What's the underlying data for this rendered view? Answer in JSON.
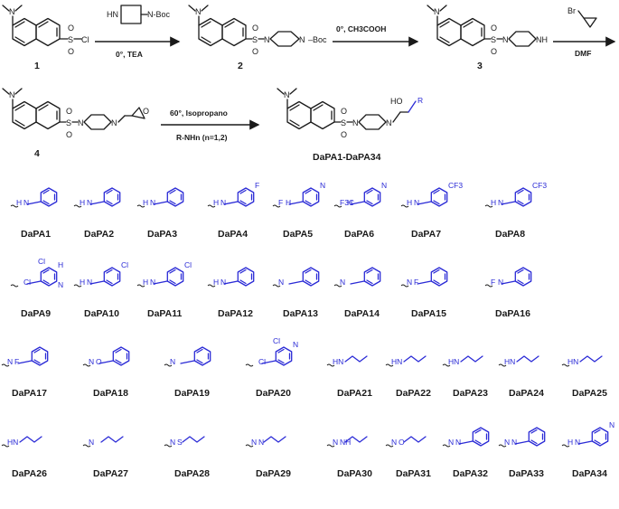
{
  "scheme": {
    "compounds": [
      {
        "label": "1",
        "group": "-S(O2)-Cl"
      },
      {
        "label": "2",
        "group": "N-Boc"
      },
      {
        "label": "3",
        "group": "NH"
      },
      {
        "label": "4",
        "group": "epoxide"
      },
      {
        "label": "DaPA1-DaPA34",
        "group": "R",
        "hydroxy": "HO"
      }
    ],
    "arrows": [
      {
        "above": "",
        "below": "0°, TEA",
        "reagent_text": "N-Boc",
        "reagent_nh": "HN"
      },
      {
        "above": "0°, CH3COOH",
        "below": ""
      },
      {
        "above": "",
        "below": "DMF",
        "reagent_text": "Br"
      },
      {
        "above": "60°, Isopropano",
        "below": "R-NHn (n=1,2)"
      }
    ],
    "atoms": {
      "n": "N",
      "s": "S",
      "o": "O",
      "cl": "Cl"
    }
  },
  "substituents": [
    {
      "label": "DaPA1",
      "atoms": [
        "H",
        "N"
      ]
    },
    {
      "label": "DaPA2",
      "atoms": [
        "H",
        "N"
      ]
    },
    {
      "label": "DaPA3",
      "atoms": [
        "H",
        "N"
      ]
    },
    {
      "label": "DaPA4",
      "atoms": [
        "H",
        "N",
        "F"
      ]
    },
    {
      "label": "DaPA5",
      "atoms": [
        "F",
        "H",
        "N"
      ]
    },
    {
      "label": "DaPA6",
      "atoms": [
        "F3C",
        "H",
        "N"
      ]
    },
    {
      "label": "DaPA7",
      "atoms": [
        "H",
        "N",
        "CF3"
      ]
    },
    {
      "label": "DaPA8",
      "atoms": [
        "H",
        "N",
        "CF3"
      ]
    },
    {
      "label": "DaPA9",
      "atoms": [
        "Cl",
        "Cl",
        "H",
        "N"
      ]
    },
    {
      "label": "DaPA10",
      "atoms": [
        "H",
        "N",
        "Cl"
      ]
    },
    {
      "label": "DaPA11",
      "atoms": [
        "H",
        "N",
        "Cl"
      ]
    },
    {
      "label": "DaPA12",
      "atoms": [
        "H",
        "N"
      ]
    },
    {
      "label": "DaPA13",
      "atoms": [
        "N"
      ]
    },
    {
      "label": "DaPA14",
      "atoms": [
        "N"
      ]
    },
    {
      "label": "DaPA15",
      "atoms": [
        "N",
        "F"
      ]
    },
    {
      "label": "DaPA16",
      "atoms": [
        "F",
        "N"
      ]
    },
    {
      "label": "DaPA17",
      "atoms": [
        "N",
        "F"
      ]
    },
    {
      "label": "DaPA18",
      "atoms": [
        "N",
        "O"
      ]
    },
    {
      "label": "DaPA19",
      "atoms": [
        "N"
      ]
    },
    {
      "label": "DaPA20",
      "atoms": [
        "Cl",
        "Cl",
        "N"
      ]
    },
    {
      "label": "DaPA21",
      "atoms": [
        "HN"
      ]
    },
    {
      "label": "DaPA22",
      "atoms": [
        "HN"
      ]
    },
    {
      "label": "DaPA23",
      "atoms": [
        "HN"
      ]
    },
    {
      "label": "DaPA24",
      "atoms": [
        "HN"
      ]
    },
    {
      "label": "DaPA25",
      "atoms": [
        "HN"
      ]
    },
    {
      "label": "DaPA26",
      "atoms": [
        "HN"
      ]
    },
    {
      "label": "DaPA27",
      "atoms": [
        "N"
      ]
    },
    {
      "label": "DaPA28",
      "atoms": [
        "N",
        "S"
      ]
    },
    {
      "label": "DaPA29",
      "atoms": [
        "N",
        "N"
      ]
    },
    {
      "label": "DaPA30",
      "atoms": [
        "N",
        "NH"
      ]
    },
    {
      "label": "DaPA31",
      "atoms": [
        "N",
        "O"
      ]
    },
    {
      "label": "DaPA32",
      "atoms": [
        "N",
        "N"
      ]
    },
    {
      "label": "DaPA33",
      "atoms": [
        "N",
        "N"
      ]
    },
    {
      "label": "DaPA34",
      "atoms": [
        "H",
        "N",
        "N"
      ]
    }
  ],
  "colors": {
    "substituent": "#2a2ad6",
    "skeleton": "#1a1a1a"
  }
}
